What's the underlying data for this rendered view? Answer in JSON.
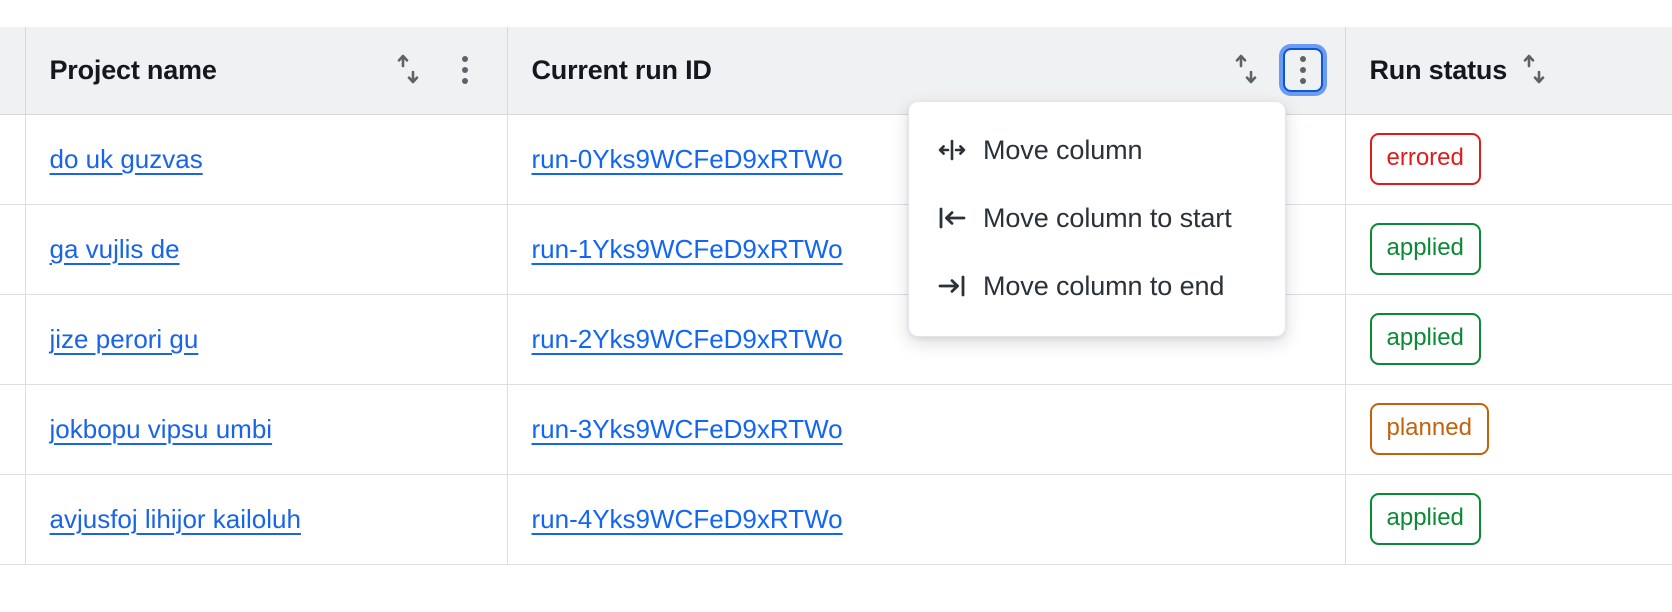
{
  "table": {
    "columns": [
      {
        "id": "gutter",
        "label": "",
        "sortable": false,
        "has_menu": false
      },
      {
        "id": "project",
        "label": "Project name",
        "sortable": true,
        "has_menu": true,
        "menu_focused": false
      },
      {
        "id": "runid",
        "label": "Current run ID",
        "sortable": true,
        "has_menu": true,
        "menu_focused": true
      },
      {
        "id": "status",
        "label": "Run status",
        "sortable": true,
        "has_menu": false,
        "menu_focused": false
      }
    ],
    "rows": [
      {
        "project": "do uk guzvas",
        "run_id": "run-0Yks9WCFeD9xRTWo",
        "status": "errored",
        "status_kind": "errored"
      },
      {
        "project": "ga vujlis de",
        "run_id": "run-1Yks9WCFeD9xRTWo",
        "status": "applied",
        "status_kind": "applied"
      },
      {
        "project": "jize perori gu",
        "run_id": "run-2Yks9WCFeD9xRTWo",
        "status": "applied",
        "status_kind": "applied"
      },
      {
        "project": "jokbopu vipsu umbi",
        "run_id": "run-3Yks9WCFeD9xRTWo",
        "status": "planned",
        "status_kind": "planned"
      },
      {
        "project": "avjusfoj lihijor kailoluh",
        "run_id": "run-4Yks9WCFeD9xRTWo",
        "status": "applied",
        "status_kind": "applied"
      }
    ]
  },
  "column_menu": {
    "open_for_column": "Current run ID",
    "items": [
      {
        "icon": "move-column-icon",
        "label": "Move column"
      },
      {
        "icon": "move-column-to-start-icon",
        "label": "Move column to start"
      },
      {
        "icon": "move-column-to-end-icon",
        "label": "Move column to end"
      }
    ]
  },
  "colors": {
    "link": "#1a64e8",
    "header_bg": "#f0f1f3",
    "focus_ring": "#6c9bf3",
    "focus_border": "#0b57d0",
    "status_errored": "#e01b1b",
    "status_applied": "#0a8a34",
    "status_planned": "#c2620c"
  }
}
